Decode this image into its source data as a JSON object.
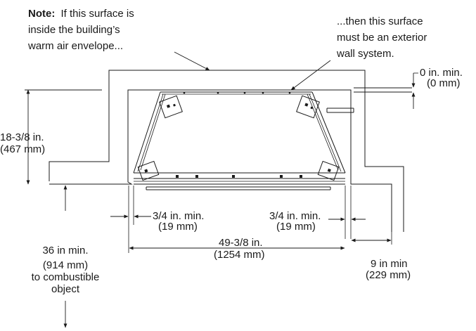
{
  "note": {
    "label": "Note:",
    "line1_rest": "If this surface is",
    "line2": "inside the building’s",
    "line3": "warm air envelope..."
  },
  "exterior": {
    "line1": "...then this surface",
    "line2": "must be an exterior",
    "line3": "wall system."
  },
  "dims": {
    "height_in": "18-3/8 in.",
    "height_mm": "(467 mm)",
    "top_clear_in": "0 in. min.",
    "top_clear_mm": "(0 mm)",
    "side_left_in": "3/4 in. min.",
    "side_left_mm": "(19 mm)",
    "side_right_in": "3/4 in. min.",
    "side_right_mm": "(19 mm)",
    "width_in": "49-3/8 in.",
    "width_mm": "(1254 mm)",
    "wall_in": "9 in min",
    "wall_mm": "(229 mm)",
    "below_in": "36 in min.",
    "below_mm": "(914 mm)",
    "below_l3": "to combustible",
    "below_l4": "object"
  }
}
